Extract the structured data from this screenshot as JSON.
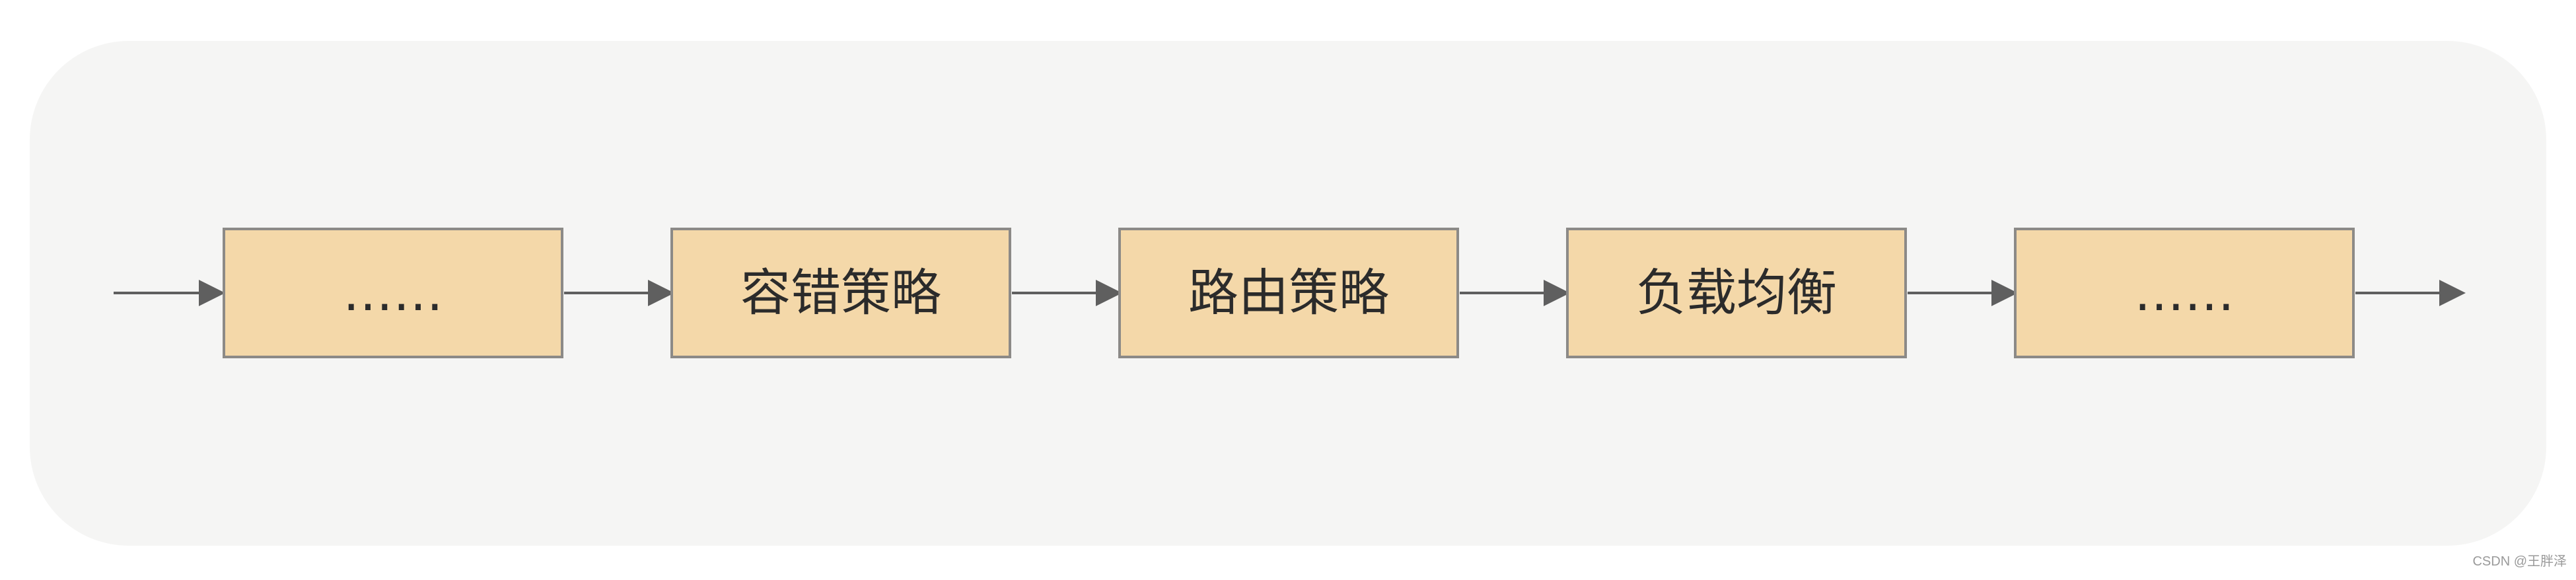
{
  "diagram": {
    "nodes": [
      {
        "id": "n1",
        "label": "……"
      },
      {
        "id": "n2",
        "label": "容错策略"
      },
      {
        "id": "n3",
        "label": "路由策略"
      },
      {
        "id": "n4",
        "label": "负载均衡"
      },
      {
        "id": "n5",
        "label": "……"
      }
    ],
    "edges": [
      {
        "from": "start",
        "to": "n1"
      },
      {
        "from": "n1",
        "to": "n2"
      },
      {
        "from": "n2",
        "to": "n3"
      },
      {
        "from": "n3",
        "to": "n4"
      },
      {
        "from": "n4",
        "to": "n5"
      },
      {
        "from": "n5",
        "to": "end"
      }
    ],
    "colors": {
      "panel": "#f5f5f4",
      "node_fill": "#f4d8a9",
      "node_border": "#8c8a87",
      "arrow": "#5f5f5f",
      "text": "#2b2b2b"
    }
  },
  "watermark": "CSDN @王胖泽"
}
